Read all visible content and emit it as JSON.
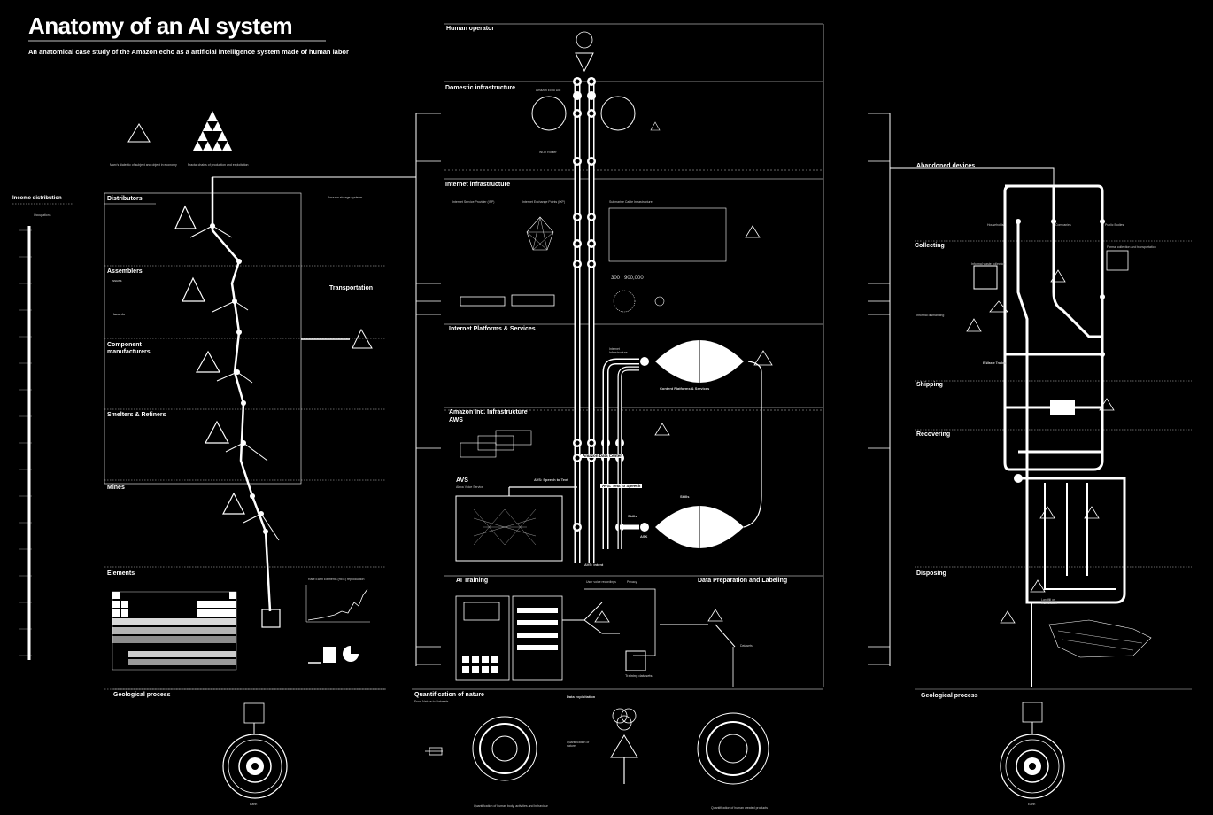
{
  "header": {
    "title": "Anatomy of an AI system",
    "subtitle": "An anatomical case study of the Amazon echo as a artificial intelligence system made of human labor"
  },
  "left": {
    "marx_caption": "Marx's dialectic of subject and object in economy",
    "fractal_caption": "Fractal chains of production and exploitation",
    "income_distribution": "Income distribution",
    "occupations": "Occupations",
    "sections": {
      "distributors": "Distributors",
      "assemblers": "Assemblers",
      "component": "Component manufacturers",
      "smelters": "Smelters & Refiners",
      "mines": "Mines",
      "elements": "Elements",
      "geological": "Geological process"
    },
    "storage": "Amazon storage systems",
    "transportation": "Transportation",
    "rare_earth": "Rare Earth Elements (REE) reproduction",
    "issues": "Issues",
    "hazards": "Hazards",
    "earth": "Earth"
  },
  "center": {
    "human_operator": "Human operator",
    "domestic": "Domestic infrastructure",
    "echo_dot": "Amazon Echo Dot",
    "wifi_router": "Wi-Fi Router",
    "internet_infra": "Internet infrastructure",
    "isp": "Internet Service Provider (ISP)",
    "ixp": "Internet Exchange Points (IXP)",
    "submarine": "Submarine Cable Infrastructure",
    "cable_count": "300",
    "cable_km": "900,000",
    "platforms": "Internet Platforms & Services",
    "internet_infrastructure_label": "Internet Infrastructure",
    "content_platforms": "Content Platforms & Services",
    "amazon_infra": "Amazon Inc. Infrastructure",
    "aws": "AWS",
    "data_center": "Amazon Data Center",
    "avs": "AVS",
    "avs_sub": "Alexa Voice Service",
    "speech_to_text": "AVS: Speech to Text",
    "text_to_speech": "AVS: Text to Speech",
    "skills": "Skills",
    "skills2": "Skills",
    "ask": "ASK",
    "avs_intent": "AVS: Intent",
    "ai_training": "AI Training",
    "user_recordings": "User voice recordings",
    "privacy": "Privacy",
    "data_prep": "Data Preparation and Labeling",
    "training_datasets": "Training datasets",
    "datasets": "Datasets",
    "quantification": "Quantification of nature",
    "quant_sub": "From Nature to Datasets",
    "data_exploitation": "Data exploitation",
    "quant_of_nature": "Quantification of nature",
    "quant_caption_left": "Quantification of human body, activities and behaviour",
    "quant_caption_right": "Quantification of human created products"
  },
  "right": {
    "abandoned": "Abandoned devices",
    "collecting": "Collecting",
    "informal_collection": "Informal waste collection",
    "formal_collection": "Formal collection and transportation",
    "informal_dismantling": "Informal dismantling",
    "ewaste": "E-Waste Trades",
    "shipping": "Shipping",
    "recovering": "Recovering",
    "disposing": "Disposing",
    "landfill": "Landfill or incineration",
    "geological": "Geological process",
    "earth": "Earth",
    "households": "Households",
    "companies": "Companies",
    "public_bodies": "Public Bodies"
  },
  "colors": {
    "background": "#000000",
    "foreground": "#ffffff"
  }
}
